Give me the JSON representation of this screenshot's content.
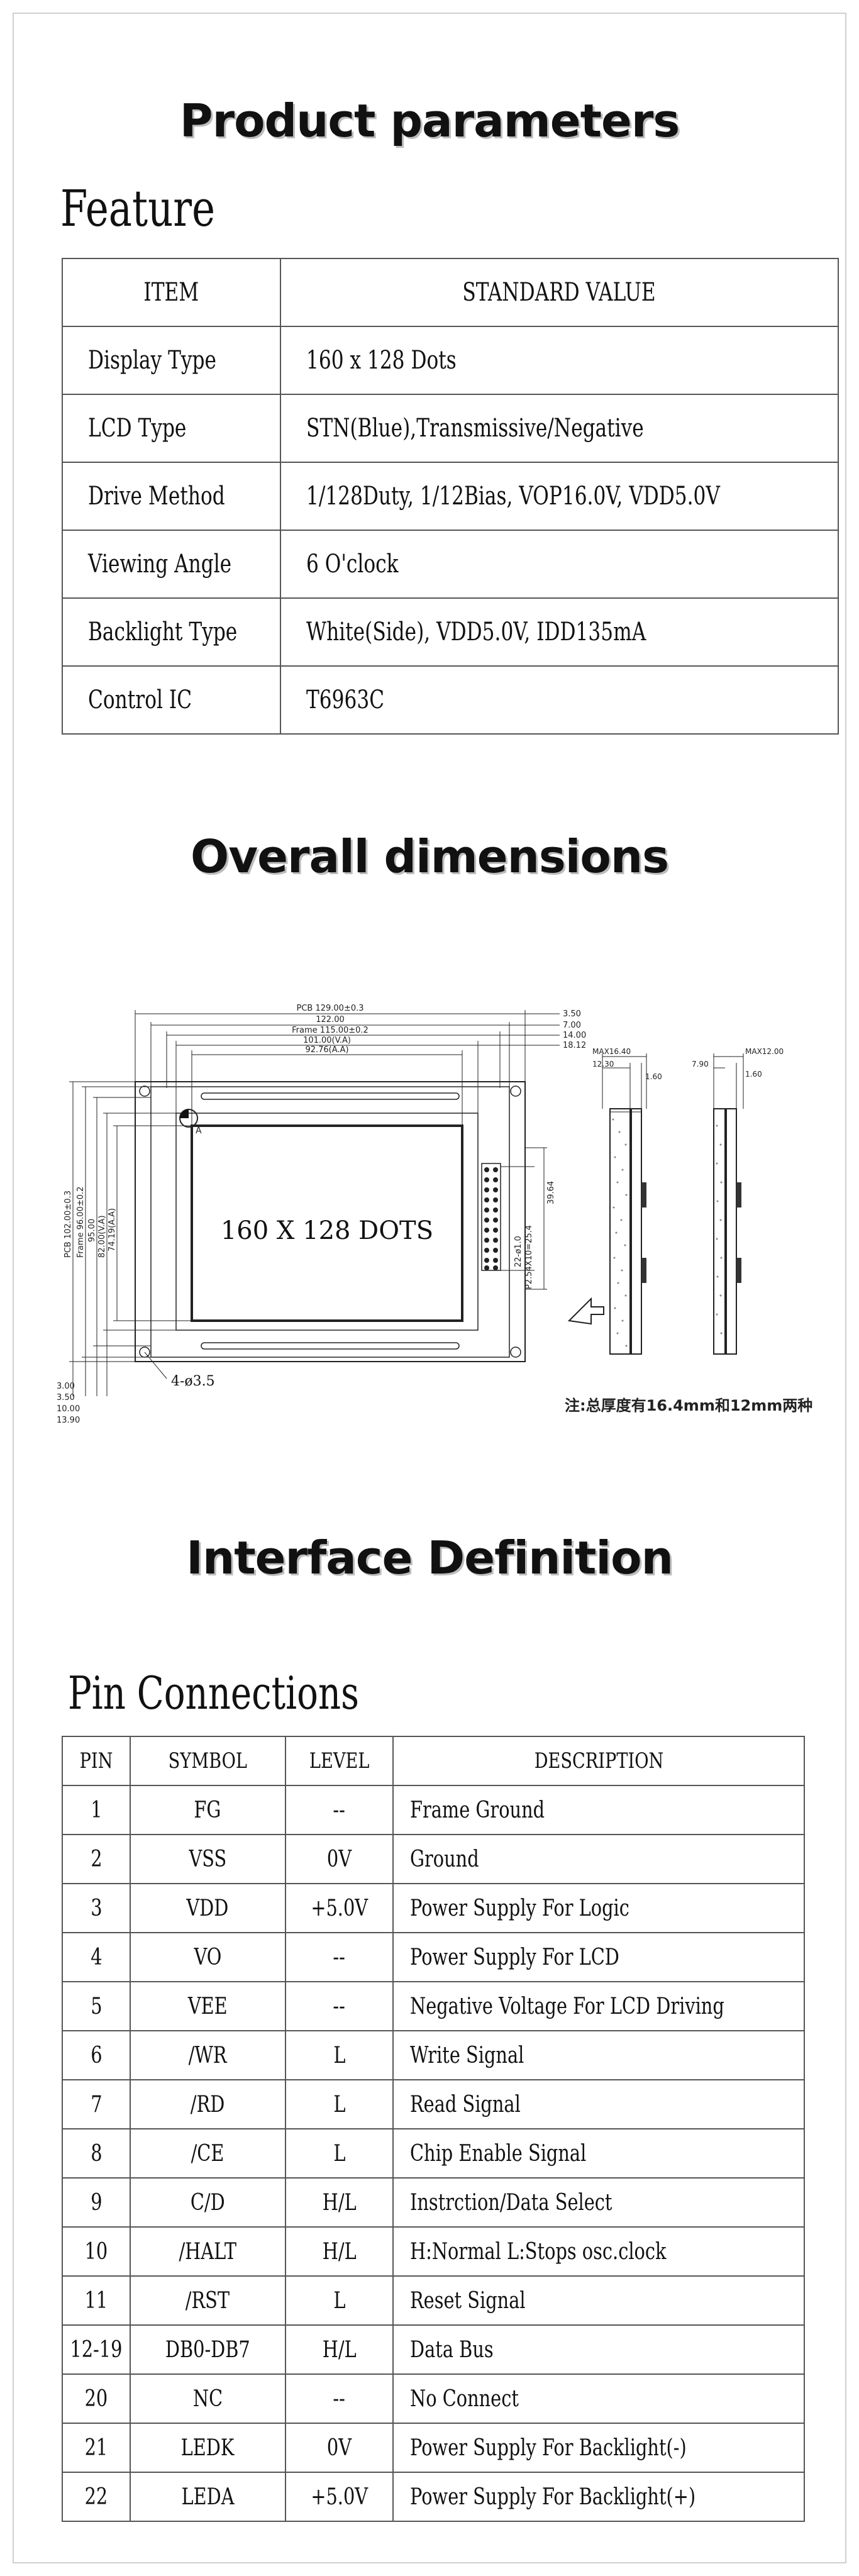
{
  "headings": {
    "product": "Product parameters",
    "overall": "Overall dimensions",
    "interface": "Interface Definition"
  },
  "feature": {
    "title": "Feature",
    "columns": [
      "ITEM",
      "STANDARD VALUE"
    ],
    "rows": [
      {
        "item": "Display Type",
        "value": "160 x 128 Dots"
      },
      {
        "item": "LCD Type",
        "value": "STN(Blue),Transmissive/Negative"
      },
      {
        "item": "Drive Method",
        "value": "1/128Duty, 1/12Bias, VOP16.0V, VDD5.0V"
      },
      {
        "item": "Viewing Angle",
        "value": "6 O'clock"
      },
      {
        "item": "Backlight Type",
        "value": "White(Side), VDD5.0V, IDD135mA"
      },
      {
        "item": "Control IC",
        "value": "T6963C"
      }
    ]
  },
  "drawing": {
    "dots_label": "160 X 128 DOTS",
    "pcb_w": "PCB 129.00±0.3",
    "d122": "122.00",
    "frame_w": "Frame 115.00±0.2",
    "va_w": "101.00(V.A)",
    "aa_w": "92.76(A.A)",
    "r350": "3.50",
    "r700": "7.00",
    "r1400": "14.00",
    "r1812": "18.12",
    "pcb_h": "PCB 102.00±0.3",
    "frame_h": "Frame 96.00±0.2",
    "d9500": "95.00",
    "va_h": "82.00(V.A)",
    "aa_h": "74.19(A.A)",
    "b300": "3.00",
    "b350": "3.50",
    "b1000": "10.00",
    "b1390": "13.90",
    "hole": "4-ø3.5",
    "d3964": "39.64",
    "pin_d": "22-ø1.0",
    "pitch": "P2.54X10=25.4",
    "max1640": "MAX16.40",
    "d1230": "12.30",
    "d160a": "1.60",
    "d790": "7.90",
    "max1200": "MAX12.00",
    "d160b": "1.60",
    "mark_a": "A",
    "note": "注:总厚度有16.4mm和12mm两种"
  },
  "pins": {
    "title": "Pin Connections",
    "columns": [
      "PIN",
      "SYMBOL",
      "LEVEL",
      "DESCRIPTION"
    ],
    "rows": [
      {
        "pin": "1",
        "symbol": "FG",
        "level": "--",
        "desc": "Frame Ground"
      },
      {
        "pin": "2",
        "symbol": "VSS",
        "level": "0V",
        "desc": "Ground"
      },
      {
        "pin": "3",
        "symbol": "VDD",
        "level": "+5.0V",
        "desc": "Power Supply For Logic"
      },
      {
        "pin": "4",
        "symbol": "VO",
        "level": "--",
        "desc": "Power Supply For LCD"
      },
      {
        "pin": "5",
        "symbol": "VEE",
        "level": "--",
        "desc": "Negative Voltage For LCD Driving"
      },
      {
        "pin": "6",
        "symbol": "/WR",
        "level": "L",
        "desc": "Write Signal"
      },
      {
        "pin": "7",
        "symbol": "/RD",
        "level": "L",
        "desc": "Read Signal"
      },
      {
        "pin": "8",
        "symbol": "/CE",
        "level": "L",
        "desc": "Chip Enable Signal"
      },
      {
        "pin": "9",
        "symbol": "C/D",
        "level": "H/L",
        "desc": "Instrction/Data Select"
      },
      {
        "pin": "10",
        "symbol": "/HALT",
        "level": "H/L",
        "desc": "H:Normal L:Stops osc.clock"
      },
      {
        "pin": "11",
        "symbol": "/RST",
        "level": "L",
        "desc": "Reset Signal"
      },
      {
        "pin": "12-19",
        "symbol": "DB0-DB7",
        "level": "H/L",
        "desc": "Data Bus"
      },
      {
        "pin": "20",
        "symbol": "NC",
        "level": "--",
        "desc": "No Connect"
      },
      {
        "pin": "21",
        "symbol": "LEDK",
        "level": "0V",
        "desc": "Power Supply For Backlight(-)"
      },
      {
        "pin": "22",
        "symbol": "LEDA",
        "level": "+5.0V",
        "desc": "Power Supply For Backlight(+)"
      }
    ]
  }
}
